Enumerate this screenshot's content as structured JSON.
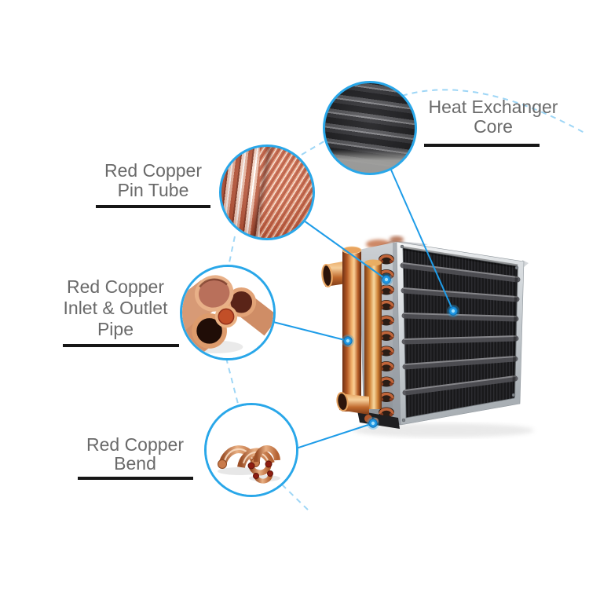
{
  "figure": {
    "kind": "product-callout-diagram",
    "background": "#ffffff",
    "marker_dot_count": 4
  },
  "callouts": [
    {
      "id": "heat-exchanger-core",
      "label_lines": [
        "Heat Exchanger",
        "Core"
      ],
      "photo": "heat-exchanger-core-closeup"
    },
    {
      "id": "red-copper-pin-tube",
      "label_lines": [
        "Red Copper",
        "Pin Tube"
      ],
      "photo": "copper-pin-tube-closeup"
    },
    {
      "id": "red-copper-inlet-outlet-pipe",
      "label_lines": [
        "Red Copper",
        "Inlet & Outlet",
        "Pipe"
      ],
      "photo": "copper-inlet-outlet-pipes-closeup"
    },
    {
      "id": "red-copper-bend",
      "label_lines": [
        "Red Copper",
        "Bend"
      ],
      "photo": "copper-u-bends-closeup"
    }
  ],
  "colors": {
    "circle_border_blue": "#29a7e9",
    "leader_line_blue": "#1e9ce8",
    "dashed_line_blue": "#9ed6f6",
    "marker_dot_blue": "#2aa7e8",
    "label_text_gray": "#6a6a6a",
    "underline_black": "#161616",
    "copper": "#c06a3f",
    "frame_silver": "#d9dcdf",
    "core_dark": "#1d1d1f"
  }
}
